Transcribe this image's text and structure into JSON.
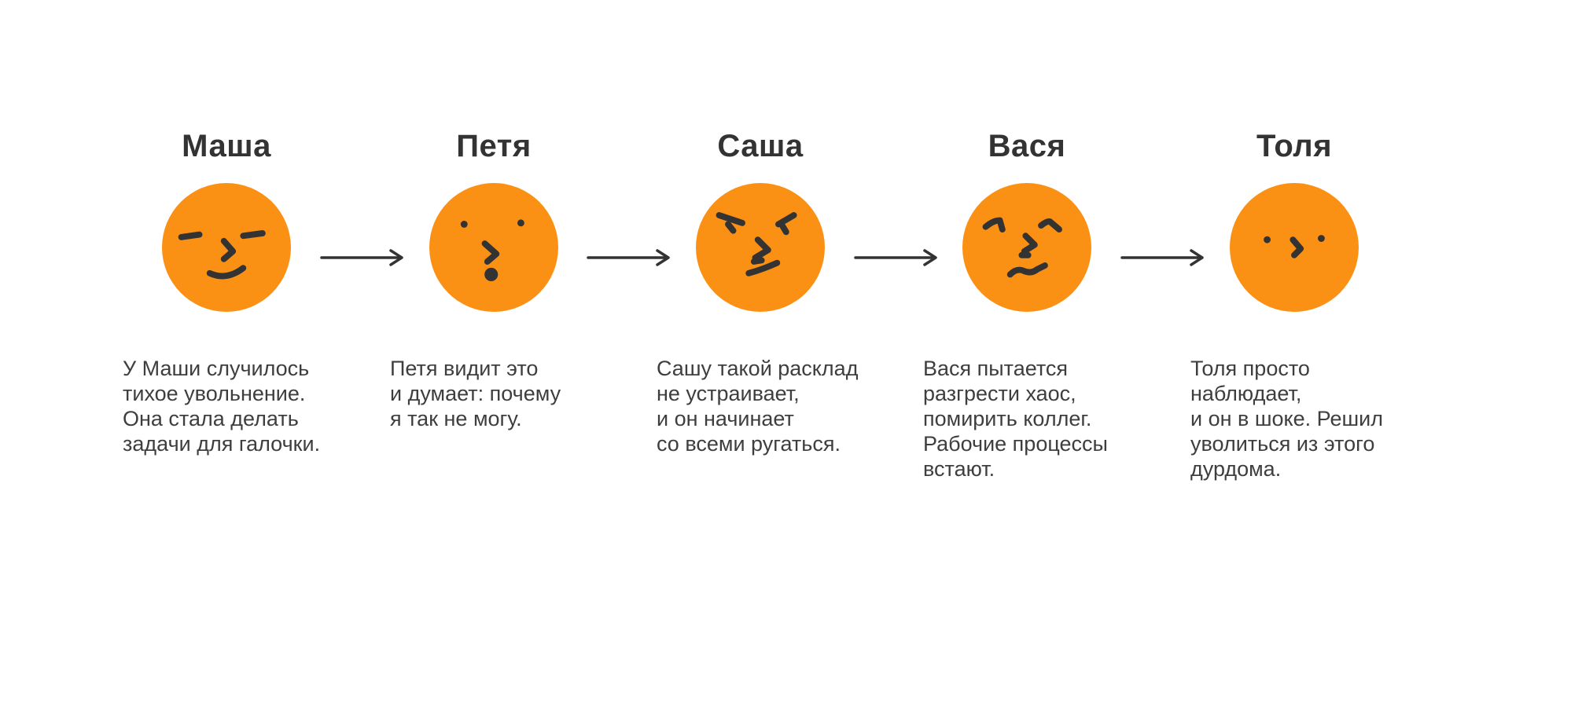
{
  "colors": {
    "page_bg": "#FFFFFF",
    "face_color": "#FB9114",
    "ink": "#333333",
    "body_text": "#3E3E3E"
  },
  "icons": {
    "arrow": "arrow-right-icon",
    "faces": [
      "calm-smirk-face-icon",
      "surprised-face-icon",
      "angry-face-icon",
      "worried-face-icon",
      "shocked-blank-face-icon"
    ]
  },
  "persons": [
    {
      "name": "Маша",
      "mood": "calm-smirk",
      "description": "У Маши случилось\nтихое увольнение.\nОна стала делать\nзадачи для галочки."
    },
    {
      "name": "Петя",
      "mood": "surprised",
      "description": "Петя видит это\nи думает: почему\nя так не могу."
    },
    {
      "name": "Саша",
      "mood": "angry",
      "description": "Сашу такой расклад\nне устраивает,\nи он начинает\nсо всеми ругаться."
    },
    {
      "name": "Вася",
      "mood": "worried",
      "description": "Вася пытается\nразгрести хаос,\nпомирить коллег.\nРабочие процессы\nвстают."
    },
    {
      "name": "Толя",
      "mood": "shocked",
      "description": "Толя просто наблюдает,\nи он в шоке. Решил\nуволиться из этого\nдурдома."
    }
  ]
}
